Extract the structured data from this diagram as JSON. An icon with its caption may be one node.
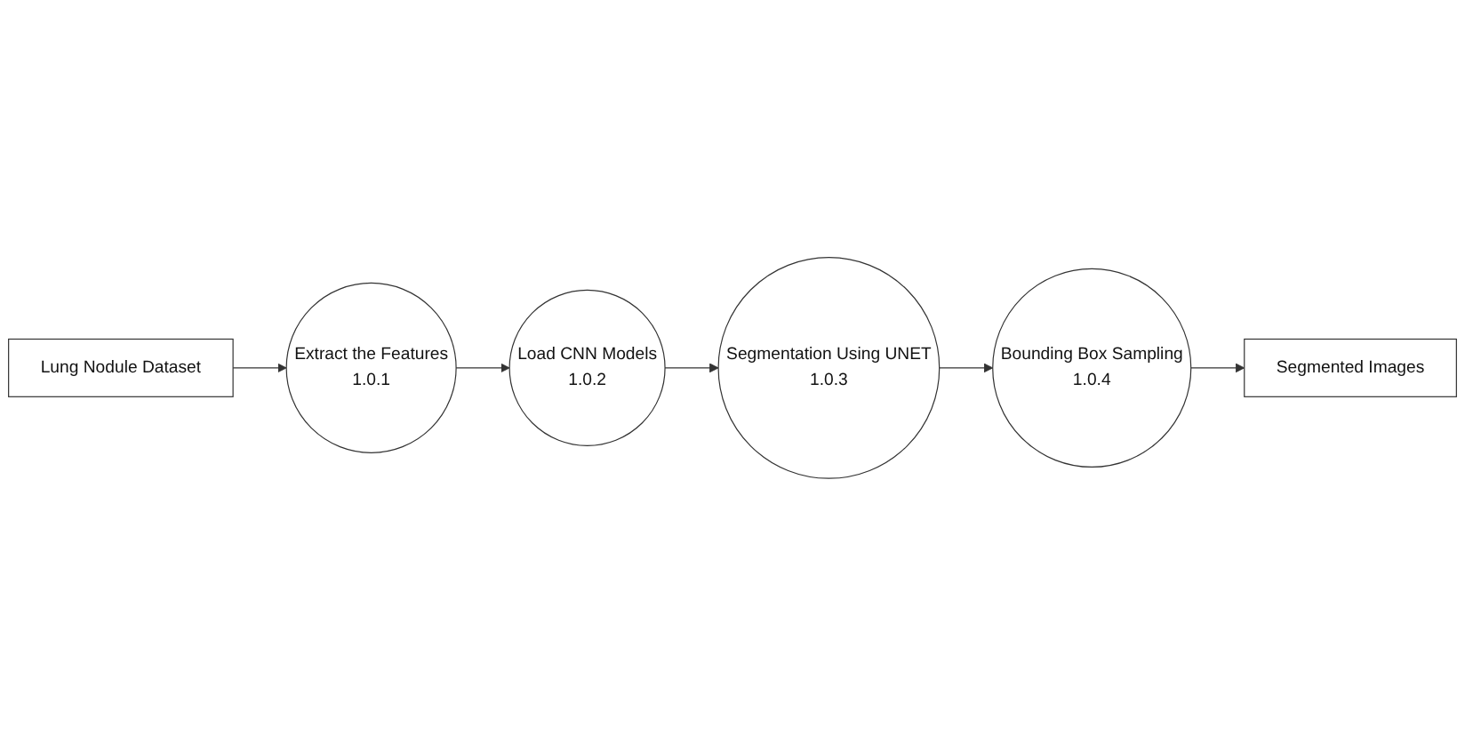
{
  "diagram": {
    "nodes": [
      {
        "text": [
          "Lung Nodule Dataset"
        ]
      },
      {
        "text": [
          "Extract the Features",
          "1.0.1"
        ]
      },
      {
        "text": [
          "Load CNN Models",
          "1.0.2"
        ]
      },
      {
        "text": [
          "Segmentation Using UNET",
          "1.0.3"
        ]
      },
      {
        "text": [
          "Bounding Box Sampling",
          "1.0.4"
        ]
      },
      {
        "text": [
          "Segmented Images"
        ]
      }
    ],
    "edges": [
      {
        "from": 0,
        "to": 1,
        "arrow": "to"
      },
      {
        "from": 1,
        "to": 2,
        "arrow": "to"
      },
      {
        "from": 2,
        "to": 3,
        "arrow": "to"
      },
      {
        "from": 3,
        "to": 4,
        "arrow": "to"
      },
      {
        "from": 4,
        "to": 5,
        "arrow": "to"
      }
    ]
  }
}
